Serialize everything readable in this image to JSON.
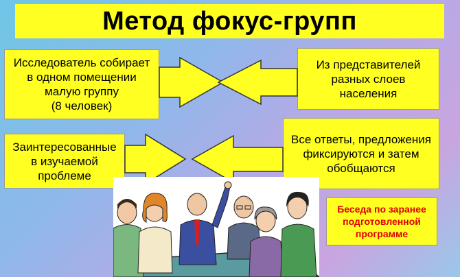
{
  "title": "Метод фокус-групп",
  "boxes": {
    "top_left": "Исследователь собирает\nв одном помещении\nмалую группу\n(8 человек)",
    "top_right": "Из представителей\nразных слоев\nнаселения",
    "bottom_left": "Заинтересованные\nв изучаемой\nпроблеме",
    "bottom_right": "Все ответы, предложения\nфиксируются и затем\nобобщаются",
    "note": "Беседа по заранее\nподготовленной\nпрограмме"
  },
  "colors": {
    "box": "#ffff22",
    "note_text": "#e00000"
  },
  "illustration": "people-at-table-cartoon"
}
